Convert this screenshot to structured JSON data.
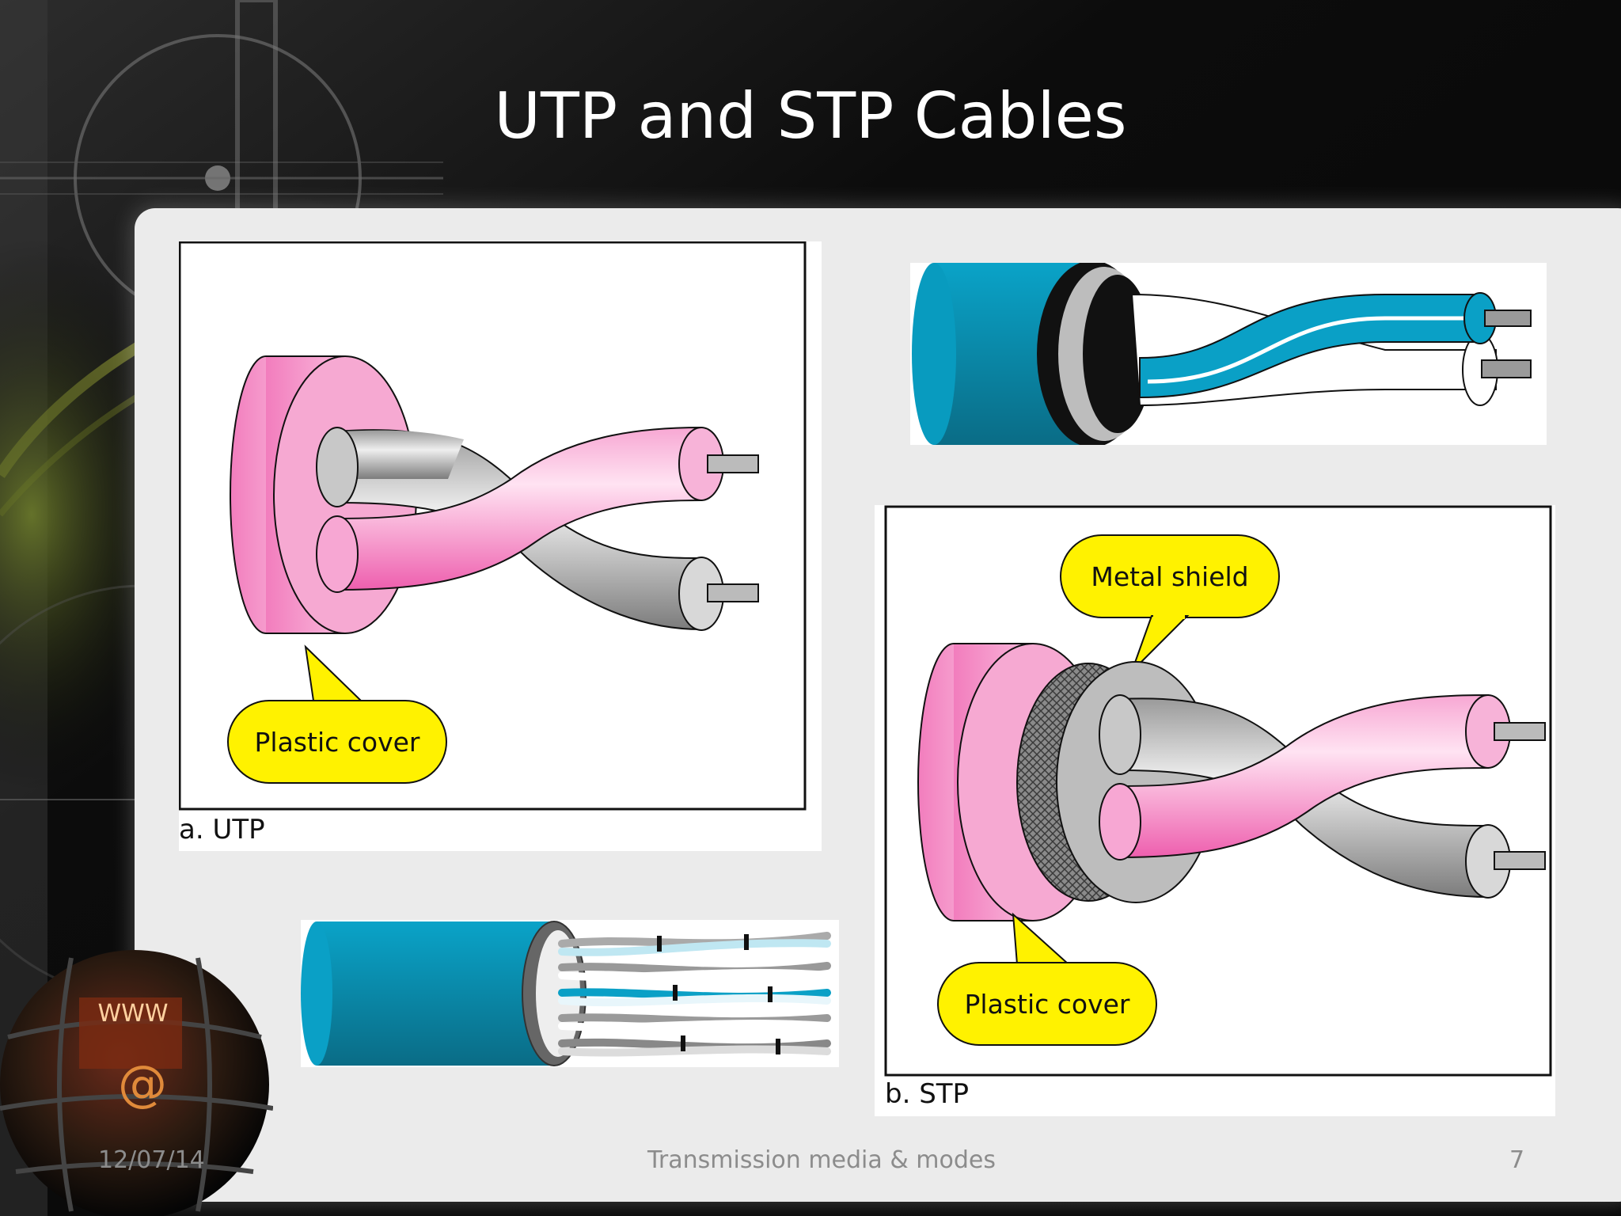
{
  "slide": {
    "title": "UTP and STP Cables"
  },
  "utp_figure": {
    "caption": "a. UTP",
    "callout": "Plastic cover"
  },
  "stp_figure": {
    "caption": "b. STP",
    "callout_shield": "Metal shield",
    "callout_cover": "Plastic cover"
  },
  "globe": {
    "www_label": "WWW",
    "at_label": "@"
  },
  "footer": {
    "date": "12/07/14",
    "center": "Transmission media & modes",
    "page": "7"
  },
  "colors": {
    "pink": "#f48fc6",
    "teal": "#0097bf",
    "callout_yellow": "#fff200"
  }
}
